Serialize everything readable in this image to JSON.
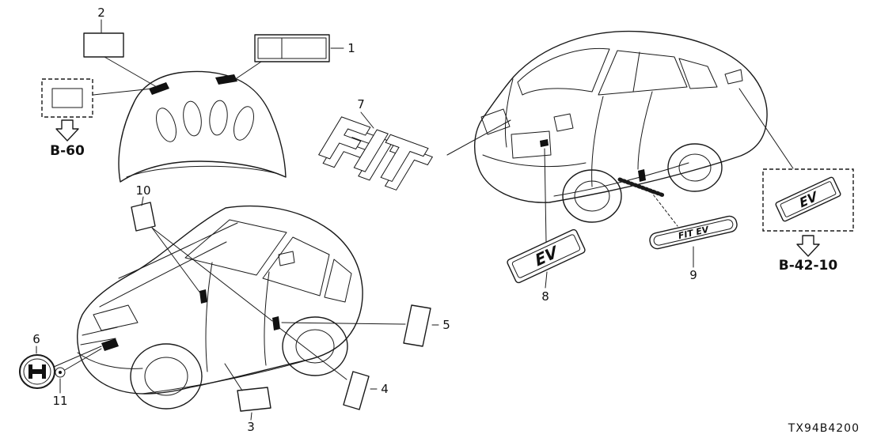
{
  "diagram": {
    "code": "TX94B4200",
    "callouts": {
      "1": "1",
      "2": "2",
      "3": "3",
      "4": "4",
      "5": "5",
      "6": "6",
      "7": "7",
      "8": "8",
      "9": "9",
      "10": "10",
      "11": "11"
    },
    "refs": {
      "b60": "B-60",
      "b42": "B-42-10"
    },
    "emblems": {
      "fit": "FIT",
      "ev": "EV",
      "fit_ev": "FIT EV"
    },
    "colors": {
      "line": "#1a1a1a",
      "background": "#ffffff"
    }
  }
}
